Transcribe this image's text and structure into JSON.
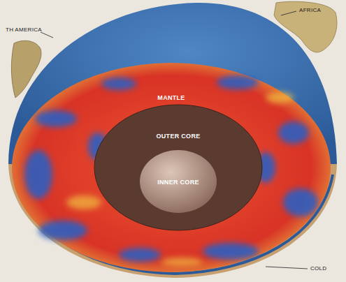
{
  "diagram": {
    "nodes": [
      {
        "text": [
          "MANTLE"
        ]
      },
      {
        "text": [
          "OUTER CORE"
        ],
        "in": 0
      },
      {
        "text": [
          "INNER CORE"
        ],
        "in": 1
      }
    ],
    "labels": [
      "AFRICA",
      "TH AMERICA",
      "COLD"
    ]
  }
}
